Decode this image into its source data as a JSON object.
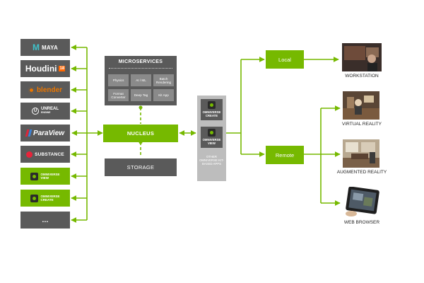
{
  "apps": [
    {
      "label": "MAYA",
      "logo": "M",
      "style": "normal"
    },
    {
      "label": "Houdini",
      "suffix": "18",
      "style": "big"
    },
    {
      "label": "blender",
      "style": "blender"
    },
    {
      "label": "UNREAL",
      "sub": "ENGINE",
      "style": "unreal"
    },
    {
      "label": "ParaView",
      "style": "paraview"
    },
    {
      "label": "SUBSTANCE",
      "style": "normal"
    },
    {
      "label": "OMNIVERSE VIEW",
      "line1": "OMNIVERSE",
      "line2": "VIEW",
      "style": "green"
    },
    {
      "label": "OMNIVERSE CREATE",
      "line1": "OMNIVERSE",
      "line2": "CREATE",
      "style": "green"
    },
    {
      "label": "...",
      "style": "dots"
    }
  ],
  "microservices": {
    "title": "MICROSERVICES",
    "services": [
      "Physics",
      "AI / ML",
      "Batch Rendering",
      "Format Converter",
      "Deep Tag",
      "Kit App"
    ]
  },
  "nucleus": "NUCLEUS",
  "storage": "STORAGE",
  "clients": {
    "create_line1": "OMNIVERSE",
    "create_line2": "CREATE",
    "view_line1": "OMNIVERSE",
    "view_line2": "VIEW",
    "other": "OTHER OMNIVERSE KIT-BASED APPS"
  },
  "local": "Local",
  "remote": "Remote",
  "outputs": {
    "workstation": "WORKSTATION",
    "vr": "VIRTUAL REALITY",
    "ar": "AUGMENTED REALITY",
    "browser": "WEB BROWSER"
  },
  "colors": {
    "green": "#76b900",
    "dark_grey": "#5a5a5a",
    "light_grey": "#bdbdbd"
  }
}
